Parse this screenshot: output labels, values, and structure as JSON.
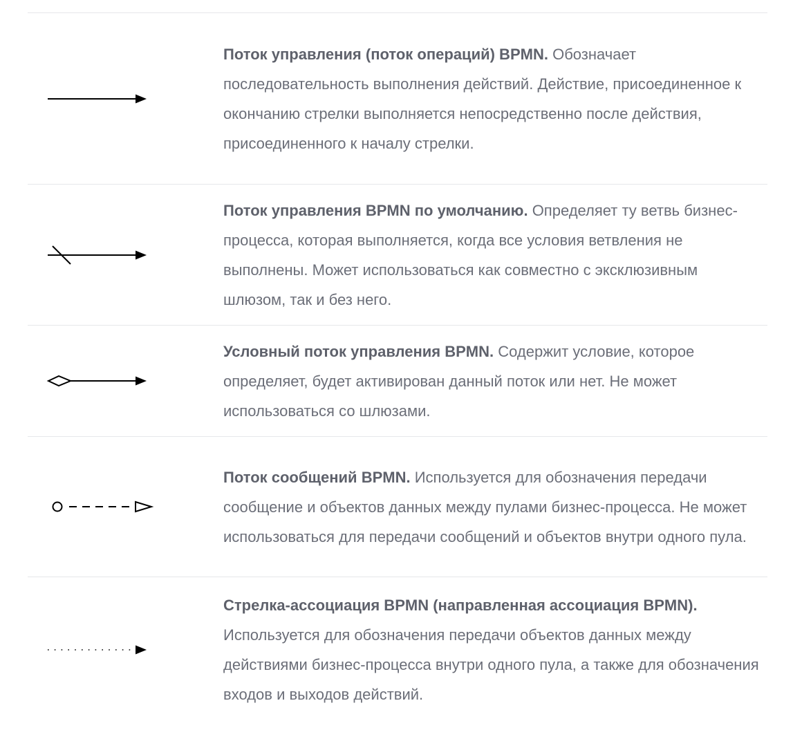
{
  "rows": [
    {
      "symbol": "sequence-flow-icon",
      "term": "Поток управления (поток операций) BPMN.",
      "description": "Обозначает последовательность выполнения действий. Действие, присоединенное к окончанию стрелки выполняется непосредственно после действия, присоединенного к началу стрелки."
    },
    {
      "symbol": "default-flow-icon",
      "term": "Поток управления BPMN по умолчанию.",
      "description": "Определяет ту ветвь бизнес-процесса, которая выполняется, когда все условия ветвления не выполнены. Может использоваться как совместно с эксклюзивным шлюзом, так и без него."
    },
    {
      "symbol": "conditional-flow-icon",
      "term": "Условный поток управления BPMN.",
      "description": "Содержит условие, которое определяет, будет активирован данный поток или нет. Не может использоваться со шлюзами."
    },
    {
      "symbol": "message-flow-icon",
      "term": "Поток сообщений BPMN.",
      "description": "Используется для обозначения передачи сообщение и объектов данных между пулами бизнес-процесса. Не может использоваться для передачи сообщений и объектов внутри одного пула."
    },
    {
      "symbol": "association-arrow-icon",
      "term": "Стрелка-ассоциация BPMN (направленная ассоциация BPMN).",
      "description": "Используется для обозначения передачи объектов данных между действиями бизнес-процесса внутри одного пула, а также для обозначения входов и выходов действий."
    }
  ]
}
